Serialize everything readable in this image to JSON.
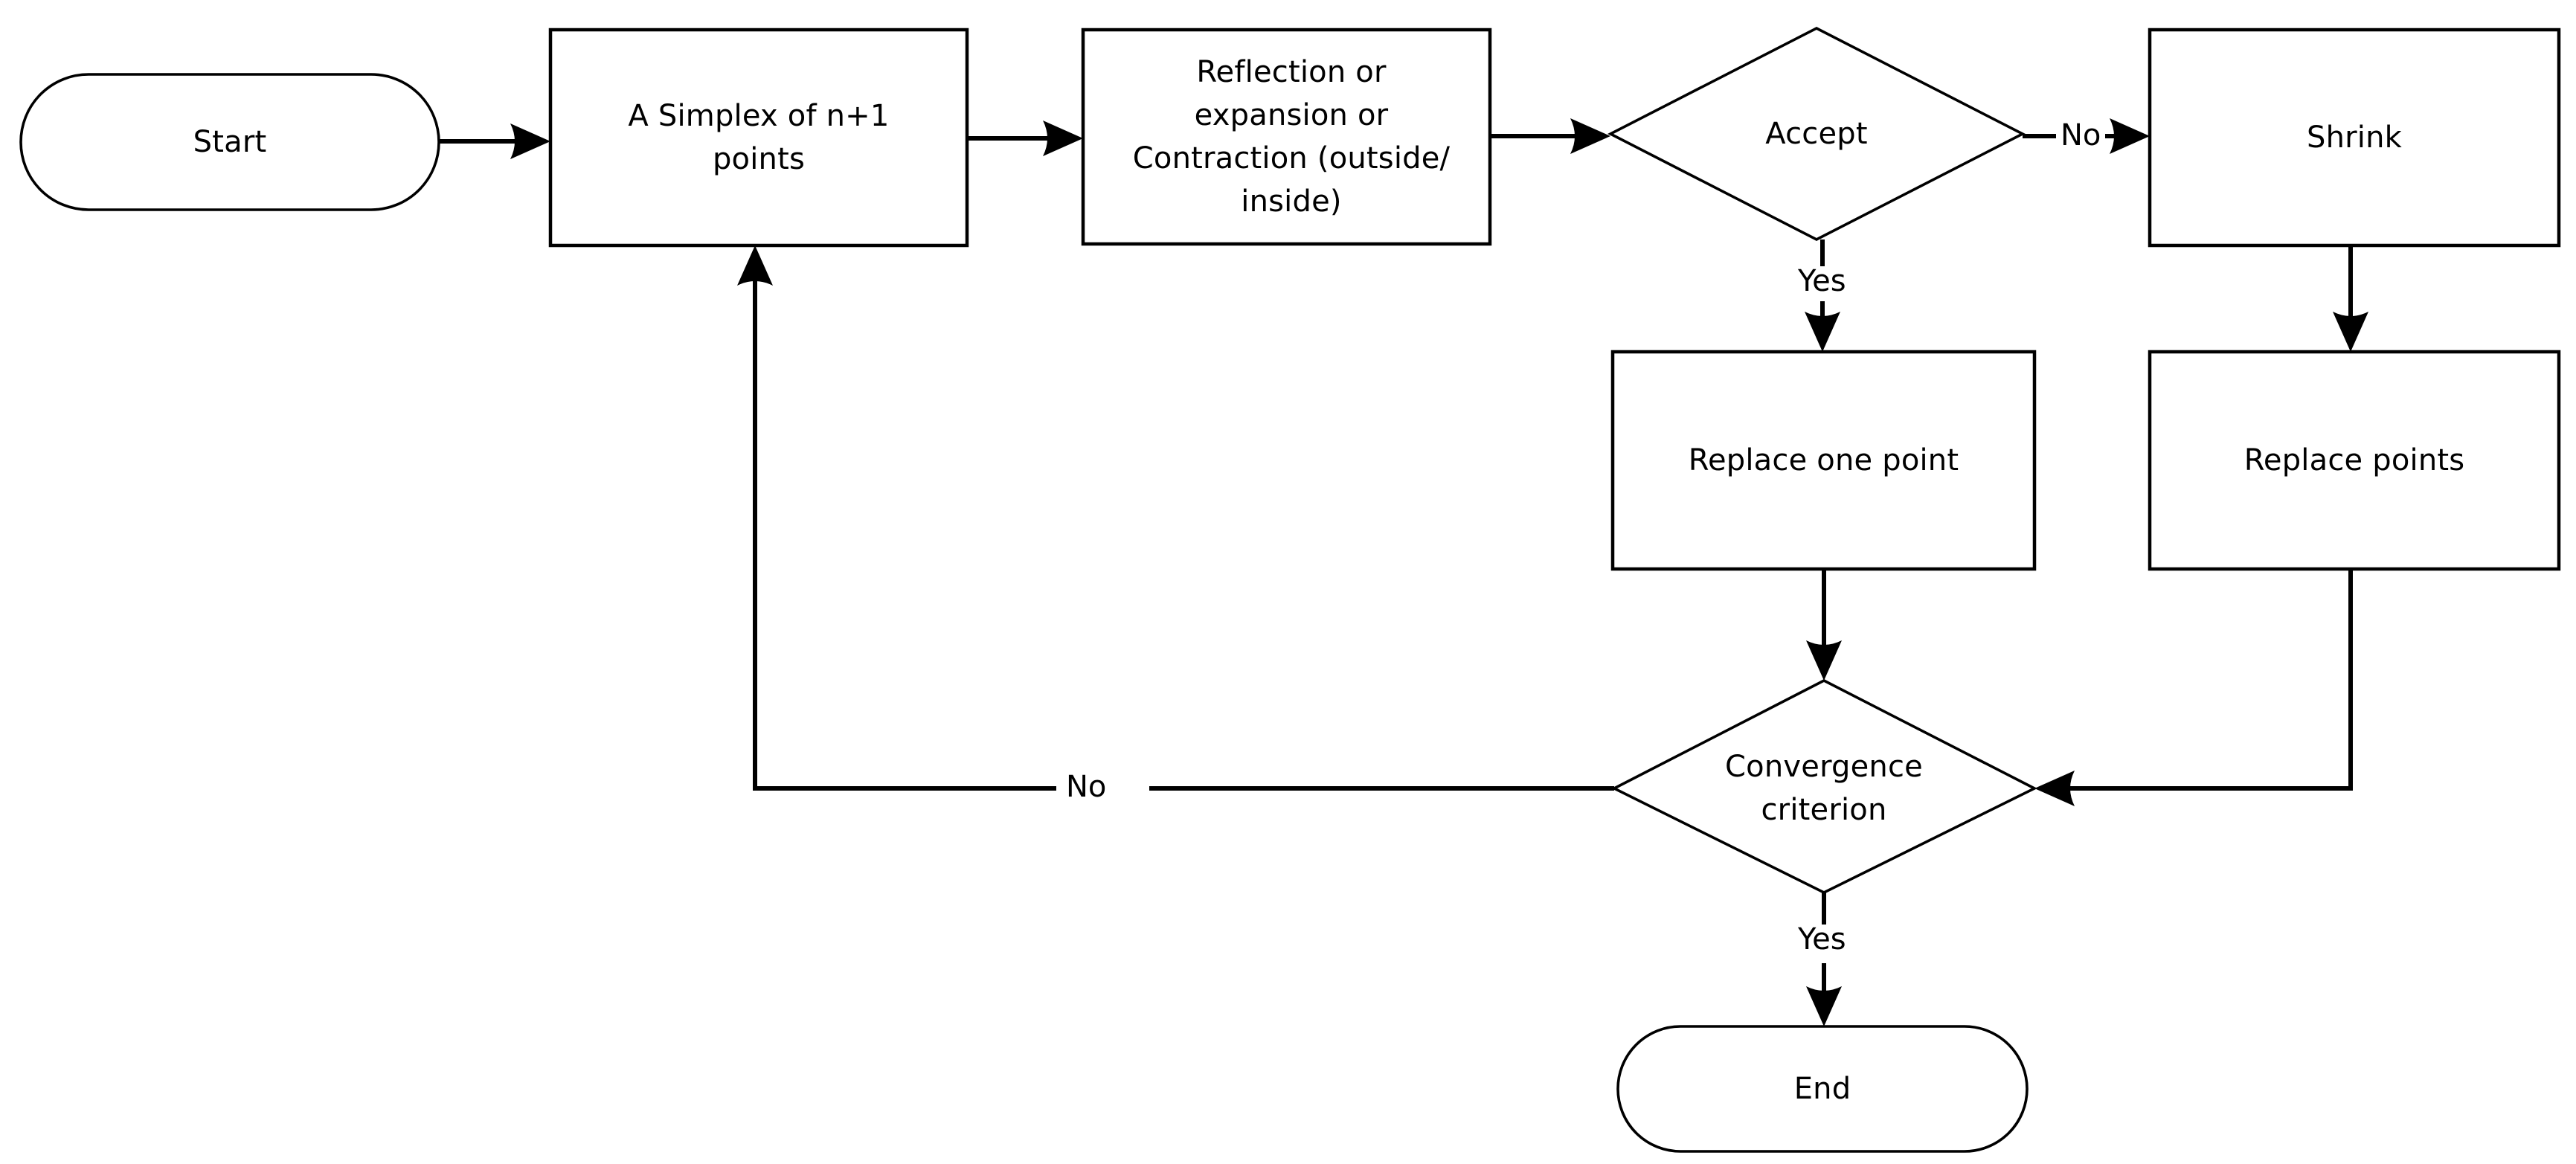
{
  "diagram": {
    "title": "Nelder-Mead Simplex Algorithm Flowchart",
    "background_color": "#ffffff",
    "line_color": "#000000",
    "text_color": "#000000",
    "nodes": [
      {
        "id": "start",
        "shape": "terminator",
        "label": "Start"
      },
      {
        "id": "simplex",
        "shape": "process",
        "label": "A Simplex of n+1\npoints"
      },
      {
        "id": "reflection",
        "shape": "process",
        "label": "Reflection or\nexpansion or\nContraction (outside/\ninside)"
      },
      {
        "id": "accept",
        "shape": "decision",
        "label": "Accept"
      },
      {
        "id": "shrink",
        "shape": "process",
        "label": "Shrink"
      },
      {
        "id": "replace_one",
        "shape": "process",
        "label": "Replace one point"
      },
      {
        "id": "replace_points",
        "shape": "process",
        "label": "Replace points"
      },
      {
        "id": "convergence",
        "shape": "decision",
        "label": "Convergence\ncriterion"
      },
      {
        "id": "end",
        "shape": "terminator",
        "label": "End"
      }
    ],
    "edges": [
      {
        "from": "start",
        "to": "simplex",
        "label": ""
      },
      {
        "from": "simplex",
        "to": "reflection",
        "label": ""
      },
      {
        "from": "reflection",
        "to": "accept",
        "label": ""
      },
      {
        "from": "accept",
        "to": "shrink",
        "label": "No"
      },
      {
        "from": "accept",
        "to": "replace_one",
        "label": "Yes"
      },
      {
        "from": "shrink",
        "to": "replace_points",
        "label": ""
      },
      {
        "from": "replace_one",
        "to": "convergence",
        "label": ""
      },
      {
        "from": "replace_points",
        "to": "convergence",
        "label": ""
      },
      {
        "from": "convergence",
        "to": "simplex",
        "label": "No"
      },
      {
        "from": "convergence",
        "to": "end",
        "label": "Yes"
      }
    ],
    "edge_labels": {
      "accept_no": "No",
      "accept_yes": "Yes",
      "convergence_no": "No",
      "convergence_yes": "Yes"
    }
  }
}
